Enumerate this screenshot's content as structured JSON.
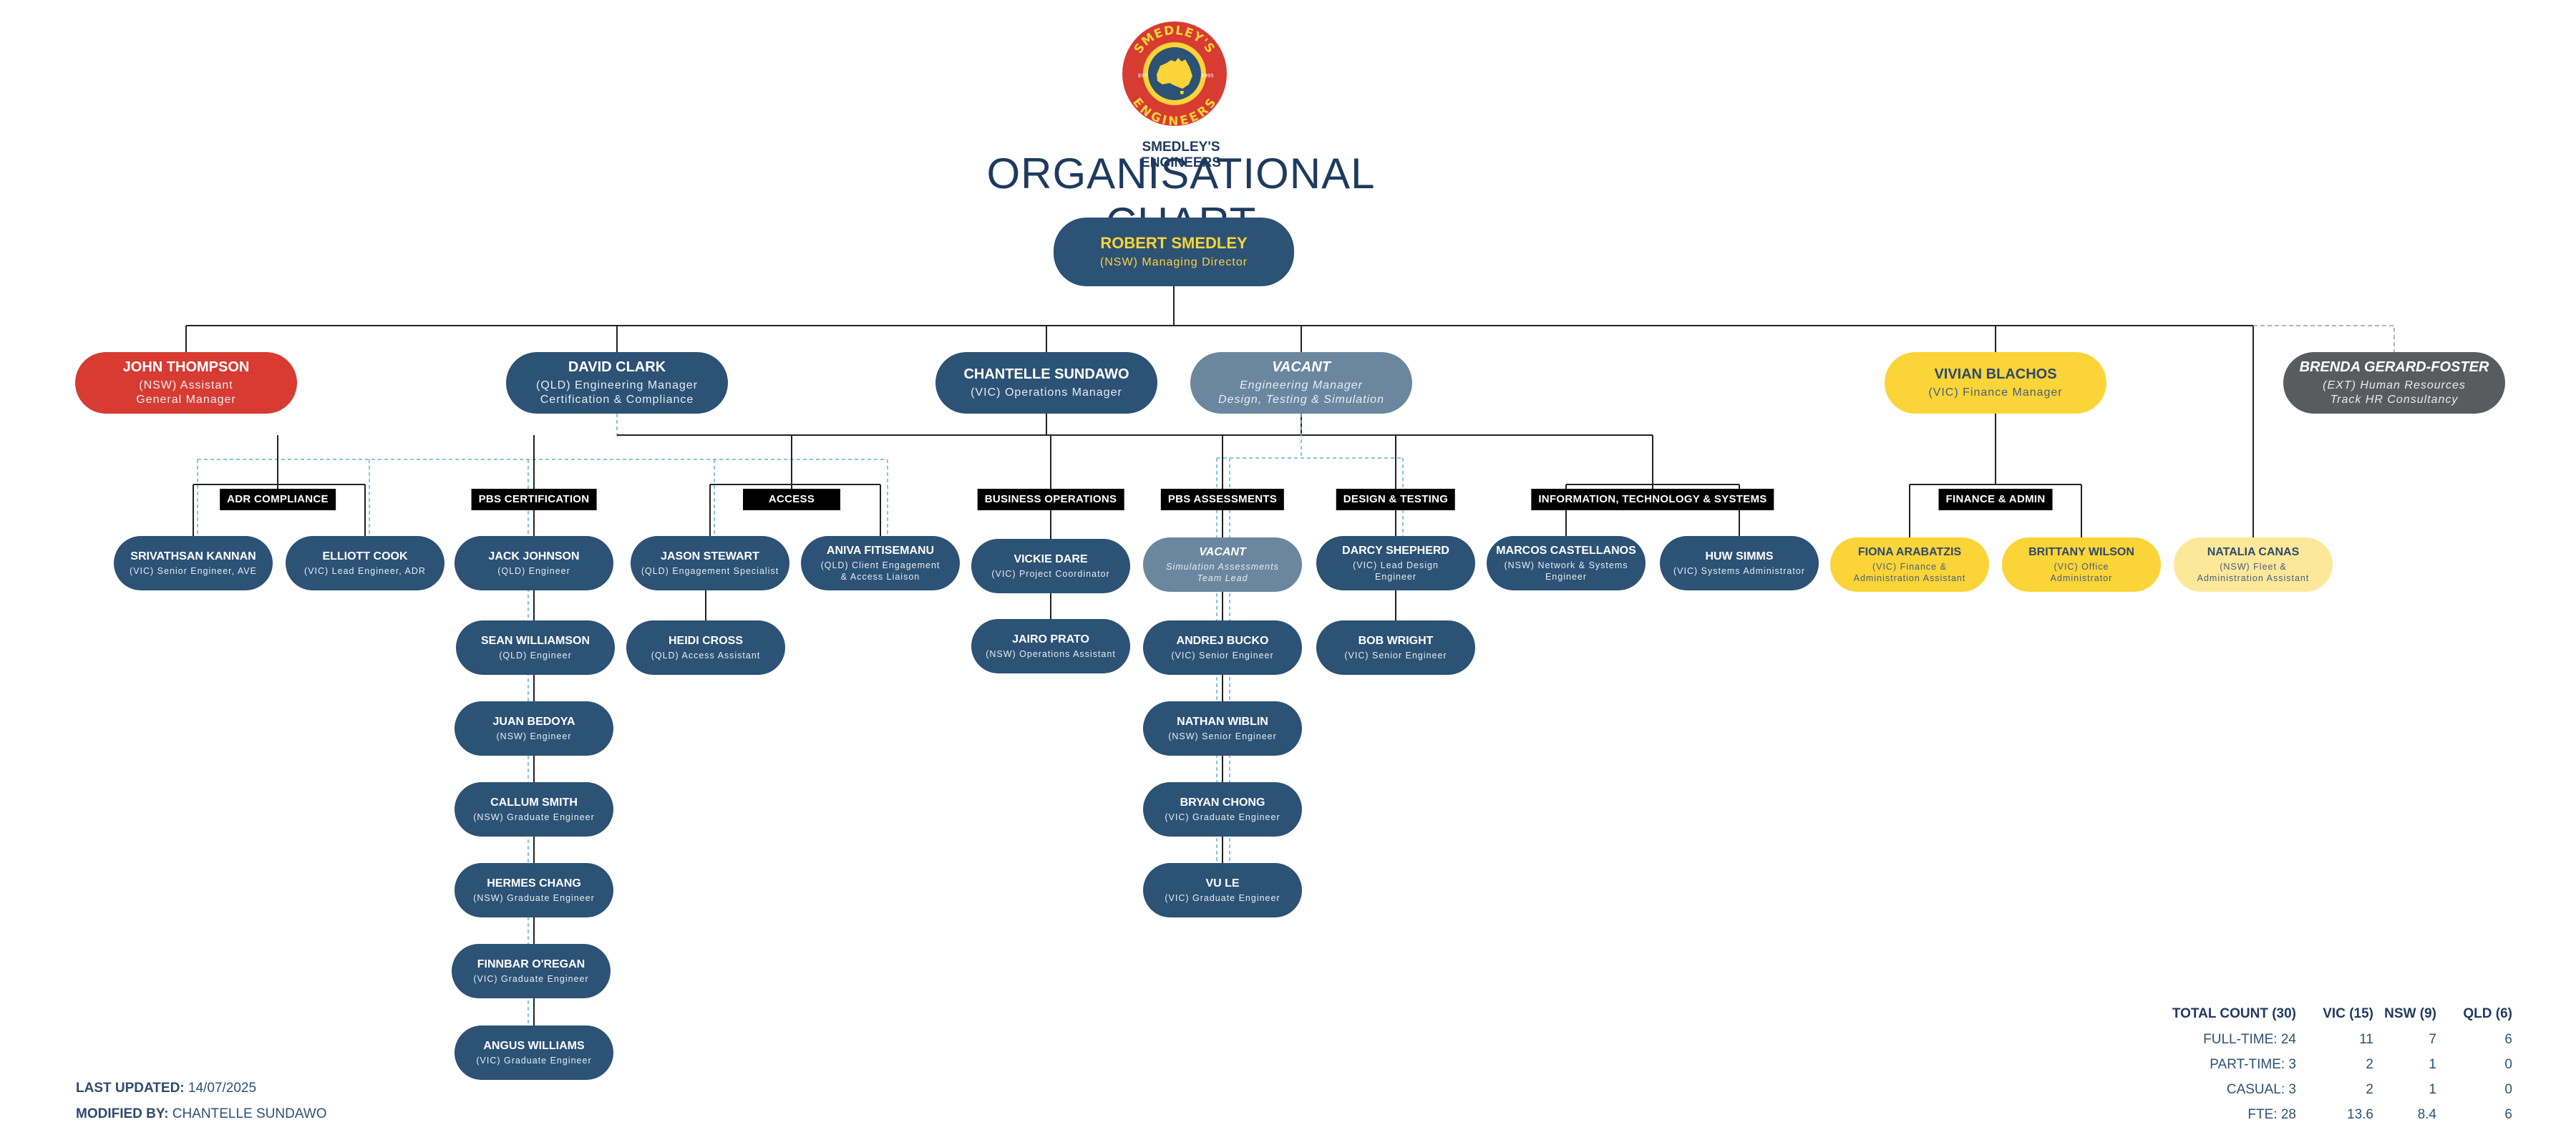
{
  "header": {
    "logo_text_top": "SMEDLEY'S",
    "logo_text_bottom": "ENGINEERS",
    "logo_est_left": "EST.",
    "logo_est_right": "1995",
    "brand": "SMEDLEY'S ENGINEERS",
    "title": "ORGANISATIONAL CHART"
  },
  "nodes": {
    "robert": {
      "name": "ROBERT SMEDLEY",
      "role": [
        "(NSW) Managing Director"
      ]
    },
    "john": {
      "name": "JOHN THOMPSON",
      "role": [
        "(NSW) Assistant",
        "General Manager"
      ]
    },
    "david": {
      "name": "DAVID CLARK",
      "role": [
        "(QLD) Engineering Manager",
        "Certification & Compliance"
      ]
    },
    "chantelle": {
      "name": "CHANTELLE SUNDAWO",
      "role": [
        "(VIC) Operations Manager"
      ]
    },
    "vacant1": {
      "name": "VACANT",
      "role": [
        "Engineering Manager",
        "Design, Testing & Simulation"
      ]
    },
    "vivian": {
      "name": "VIVIAN BLACHOS",
      "role": [
        "(VIC) Finance Manager"
      ]
    },
    "brenda": {
      "name": "BRENDA GERARD-FOSTER",
      "role": [
        "(EXT) Human Resources",
        "Track HR Consultancy"
      ]
    },
    "srivathsan": {
      "name": "SRIVATHSAN KANNAN",
      "role": [
        "(VIC) Senior Engineer, AVE"
      ]
    },
    "elliott": {
      "name": "ELLIOTT COOK",
      "role": [
        "(VIC) Lead Engineer, ADR"
      ]
    },
    "jack": {
      "name": "JACK JOHNSON",
      "role": [
        "(QLD) Engineer"
      ]
    },
    "sean": {
      "name": "SEAN WILLIAMSON",
      "role": [
        "(QLD) Engineer"
      ]
    },
    "juan": {
      "name": "JUAN BEDOYA",
      "role": [
        "(NSW) Engineer"
      ]
    },
    "callum": {
      "name": "CALLUM SMITH",
      "role": [
        "(NSW) Graduate Engineer"
      ]
    },
    "hermes": {
      "name": "HERMES CHANG",
      "role": [
        "(NSW) Graduate Engineer"
      ]
    },
    "finnbar": {
      "name": "FINNBAR O'REGAN",
      "role": [
        "(VIC) Graduate Engineer"
      ]
    },
    "angus": {
      "name": "ANGUS WILLIAMS",
      "role": [
        "(VIC) Graduate Engineer"
      ]
    },
    "jason": {
      "name": "JASON STEWART",
      "role": [
        "(QLD) Engagement Specialist"
      ]
    },
    "heidi": {
      "name": "HEIDI CROSS",
      "role": [
        "(QLD) Access Assistant"
      ]
    },
    "aniva": {
      "name": "ANIVA FITISEMANU",
      "role": [
        "(QLD) Client Engagement",
        "& Access Liaison"
      ]
    },
    "vickie": {
      "name": "VICKIE DARE",
      "role": [
        "(VIC) Project Coordinator"
      ]
    },
    "jairo": {
      "name": "JAIRO PRATO",
      "role": [
        "(NSW) Operations Assistant"
      ]
    },
    "vacant2": {
      "name": "VACANT",
      "role": [
        "Simulation Assessments",
        "Team Lead"
      ]
    },
    "andrej": {
      "name": "ANDREJ BUCKO",
      "role": [
        "(VIC) Senior Engineer"
      ]
    },
    "nathan": {
      "name": "NATHAN WIBLIN",
      "role": [
        "(NSW) Senior Engineer"
      ]
    },
    "bryan": {
      "name": "BRYAN CHONG",
      "role": [
        "(VIC) Graduate Engineer"
      ]
    },
    "vu": {
      "name": "VU LE",
      "role": [
        "(VIC) Graduate Engineer"
      ]
    },
    "darcy": {
      "name": "DARCY SHEPHERD",
      "role": [
        "(VIC) Lead Design",
        "Engineer"
      ]
    },
    "bob": {
      "name": "BOB WRIGHT",
      "role": [
        "(VIC) Senior Engineer"
      ]
    },
    "marcos": {
      "name": "MARCOS CASTELLANOS",
      "role": [
        "(NSW) Network & Systems",
        "Engineer"
      ]
    },
    "huw": {
      "name": "HUW SIMMS",
      "role": [
        "(VIC) Systems Administrator"
      ]
    },
    "fiona": {
      "name": "FIONA ARABATZIS",
      "role": [
        "(VIC) Finance &",
        "Administration Assistant"
      ]
    },
    "brittany": {
      "name": "BRITTANY WILSON",
      "role": [
        "(VIC) Office",
        "Administrator"
      ]
    },
    "natalia": {
      "name": "NATALIA CANAS",
      "role": [
        "(NSW) Fleet &",
        "Administration Assistant"
      ]
    }
  },
  "labels": {
    "adr": "ADR COMPLIANCE",
    "pbscert": "PBS CERTIFICATION",
    "access": "ACCESS",
    "busops": "BUSINESS OPERATIONS",
    "pbsassess": "PBS ASSESSMENTS",
    "design": "DESIGN & TESTING",
    "its": "INFORMATION, TECHNOLOGY & SYSTEMS",
    "finadmin": "FINANCE & ADMIN"
  },
  "footer": {
    "updated_label": "LAST UPDATED:",
    "updated_value": "14/07/2025",
    "modified_label": "MODIFIED BY:",
    "modified_value": "CHANTELLE SUNDAWO"
  },
  "stats": {
    "headers": [
      "TOTAL COUNT (30)",
      "VIC (15)",
      "NSW (9)",
      "QLD (6)"
    ],
    "rows": [
      [
        "FULL-TIME: 24",
        "11",
        "7",
        "6"
      ],
      [
        "PART-TIME: 3",
        "2",
        "1",
        "0"
      ],
      [
        "CASUAL: 3",
        "2",
        "1",
        "0"
      ],
      [
        "FTE: 28",
        "13.6",
        "8.4",
        "6"
      ]
    ]
  },
  "colors": {
    "navy": "#2c5275",
    "slate": "#6b87a0",
    "red": "#d73b32",
    "yellow": "#fbd437",
    "light_yellow": "#fde89a",
    "grey": "#595c5f",
    "dotted_line": "#5fb4cf"
  }
}
